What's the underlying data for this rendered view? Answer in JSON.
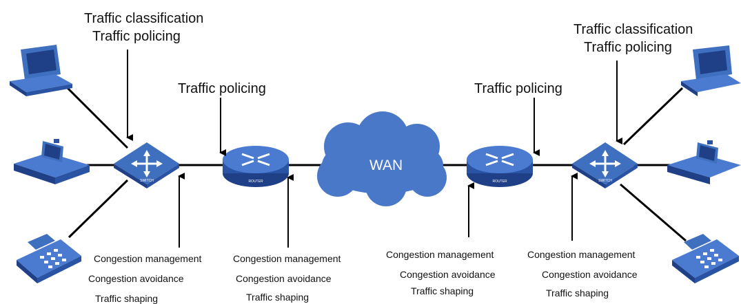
{
  "labels": {
    "left_switch_top_1": "Traffic classification",
    "left_switch_top_2": "Traffic policing",
    "left_router_top": "Traffic policing",
    "right_router_top": "Traffic policing",
    "right_switch_top_1": "Traffic classification",
    "right_switch_top_2": "Traffic policing",
    "wan": "WAN",
    "left_switch_bottom": [
      "Congestion management",
      "Congestion avoidance",
      "Traffic shaping"
    ],
    "left_router_bottom": [
      "Congestion management",
      "Congestion avoidance",
      "Traffic shaping"
    ],
    "right_router_bottom": [
      "Congestion management",
      "Congestion avoidance",
      "Traffic shaping"
    ],
    "right_switch_bottom": [
      "Congestion management",
      "Congestion avoidance",
      "Traffic shaping"
    ]
  },
  "device_labels": {
    "switch": "SWITCH",
    "router": "ROUTER"
  },
  "colors": {
    "device_blue": "#3f6fbf",
    "device_dark": "#1f3f86",
    "device_light": "#6f9be0",
    "cloud": "#4a78c8",
    "line": "#000000"
  }
}
